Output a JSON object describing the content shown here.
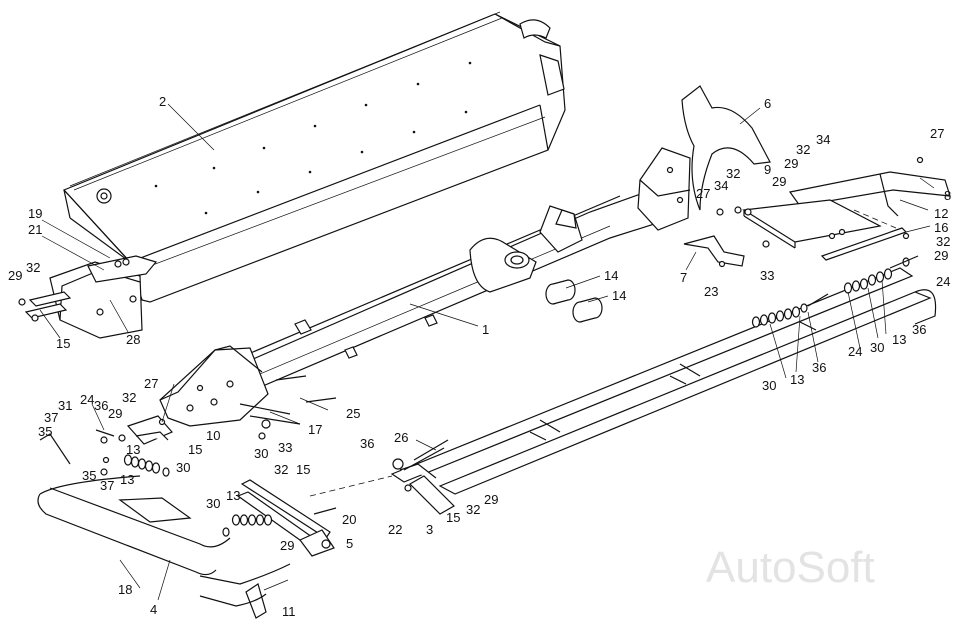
{
  "watermark": "AutoSoft",
  "parts": {
    "p1": "1",
    "p2": "2",
    "p3": "3",
    "p4": "4",
    "p5": "5",
    "p6": "6",
    "p7": "7",
    "p8": "8",
    "p9": "9",
    "p10": "10",
    "p11": "11",
    "p12": "12",
    "p13a": "13",
    "p13b": "13",
    "p13c": "13",
    "p13d": "13",
    "p13e": "13",
    "p14a": "14",
    "p14b": "14",
    "p15a": "15",
    "p15b": "15",
    "p15c": "15",
    "p15d": "15",
    "p16": "16",
    "p17": "17",
    "p18": "18",
    "p19": "19",
    "p20": "20",
    "p21": "21",
    "p22": "22",
    "p23": "23",
    "p24a": "24",
    "p24b": "24",
    "p24c": "24",
    "p25": "25",
    "p26": "26",
    "p27a": "27",
    "p27b": "27",
    "p27c": "27",
    "p28": "28",
    "p29a": "29",
    "p29b": "29",
    "p29c": "29",
    "p29d": "29",
    "p29e": "29",
    "p29f": "29",
    "p29g": "29",
    "p30a": "30",
    "p30b": "30",
    "p30c": "30",
    "p30d": "30",
    "p30e": "30",
    "p31": "31",
    "p32a": "32",
    "p32b": "32",
    "p32c": "32",
    "p32d": "32",
    "p32e": "32",
    "p32f": "32",
    "p32g": "32",
    "p33a": "33",
    "p33b": "33",
    "p34a": "34",
    "p34b": "34",
    "p35a": "35",
    "p35b": "35",
    "p36a": "36",
    "p36b": "36",
    "p36c": "36",
    "p36d": "36",
    "p37a": "37",
    "p37b": "37"
  }
}
